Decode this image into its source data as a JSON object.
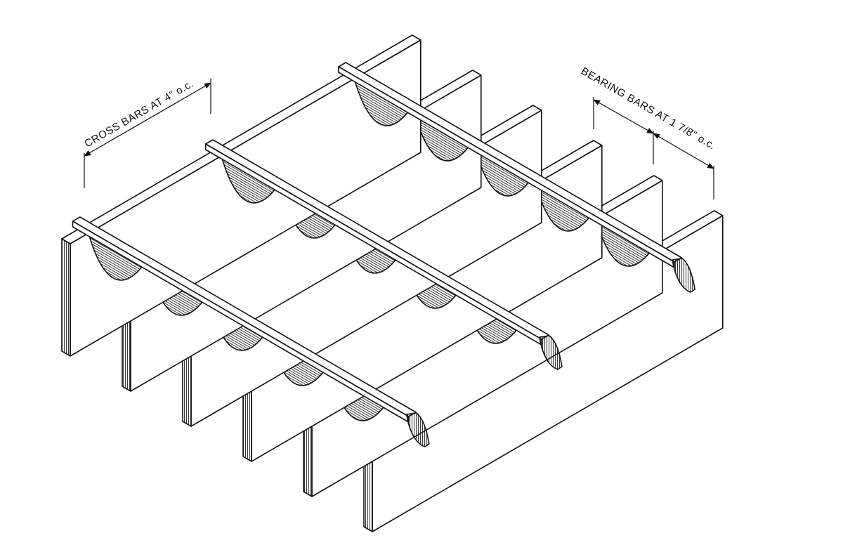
{
  "annotations": {
    "cross_bars": "CROSS BARS AT 4\" o.c.",
    "bearing_bars": "BEARING BARS AT 1 7/8\" o.c."
  },
  "grating": {
    "bearing_bar_count": 6,
    "cross_bar_count": 3
  },
  "colors": {
    "line": "#111111",
    "paper": "#ffffff"
  }
}
